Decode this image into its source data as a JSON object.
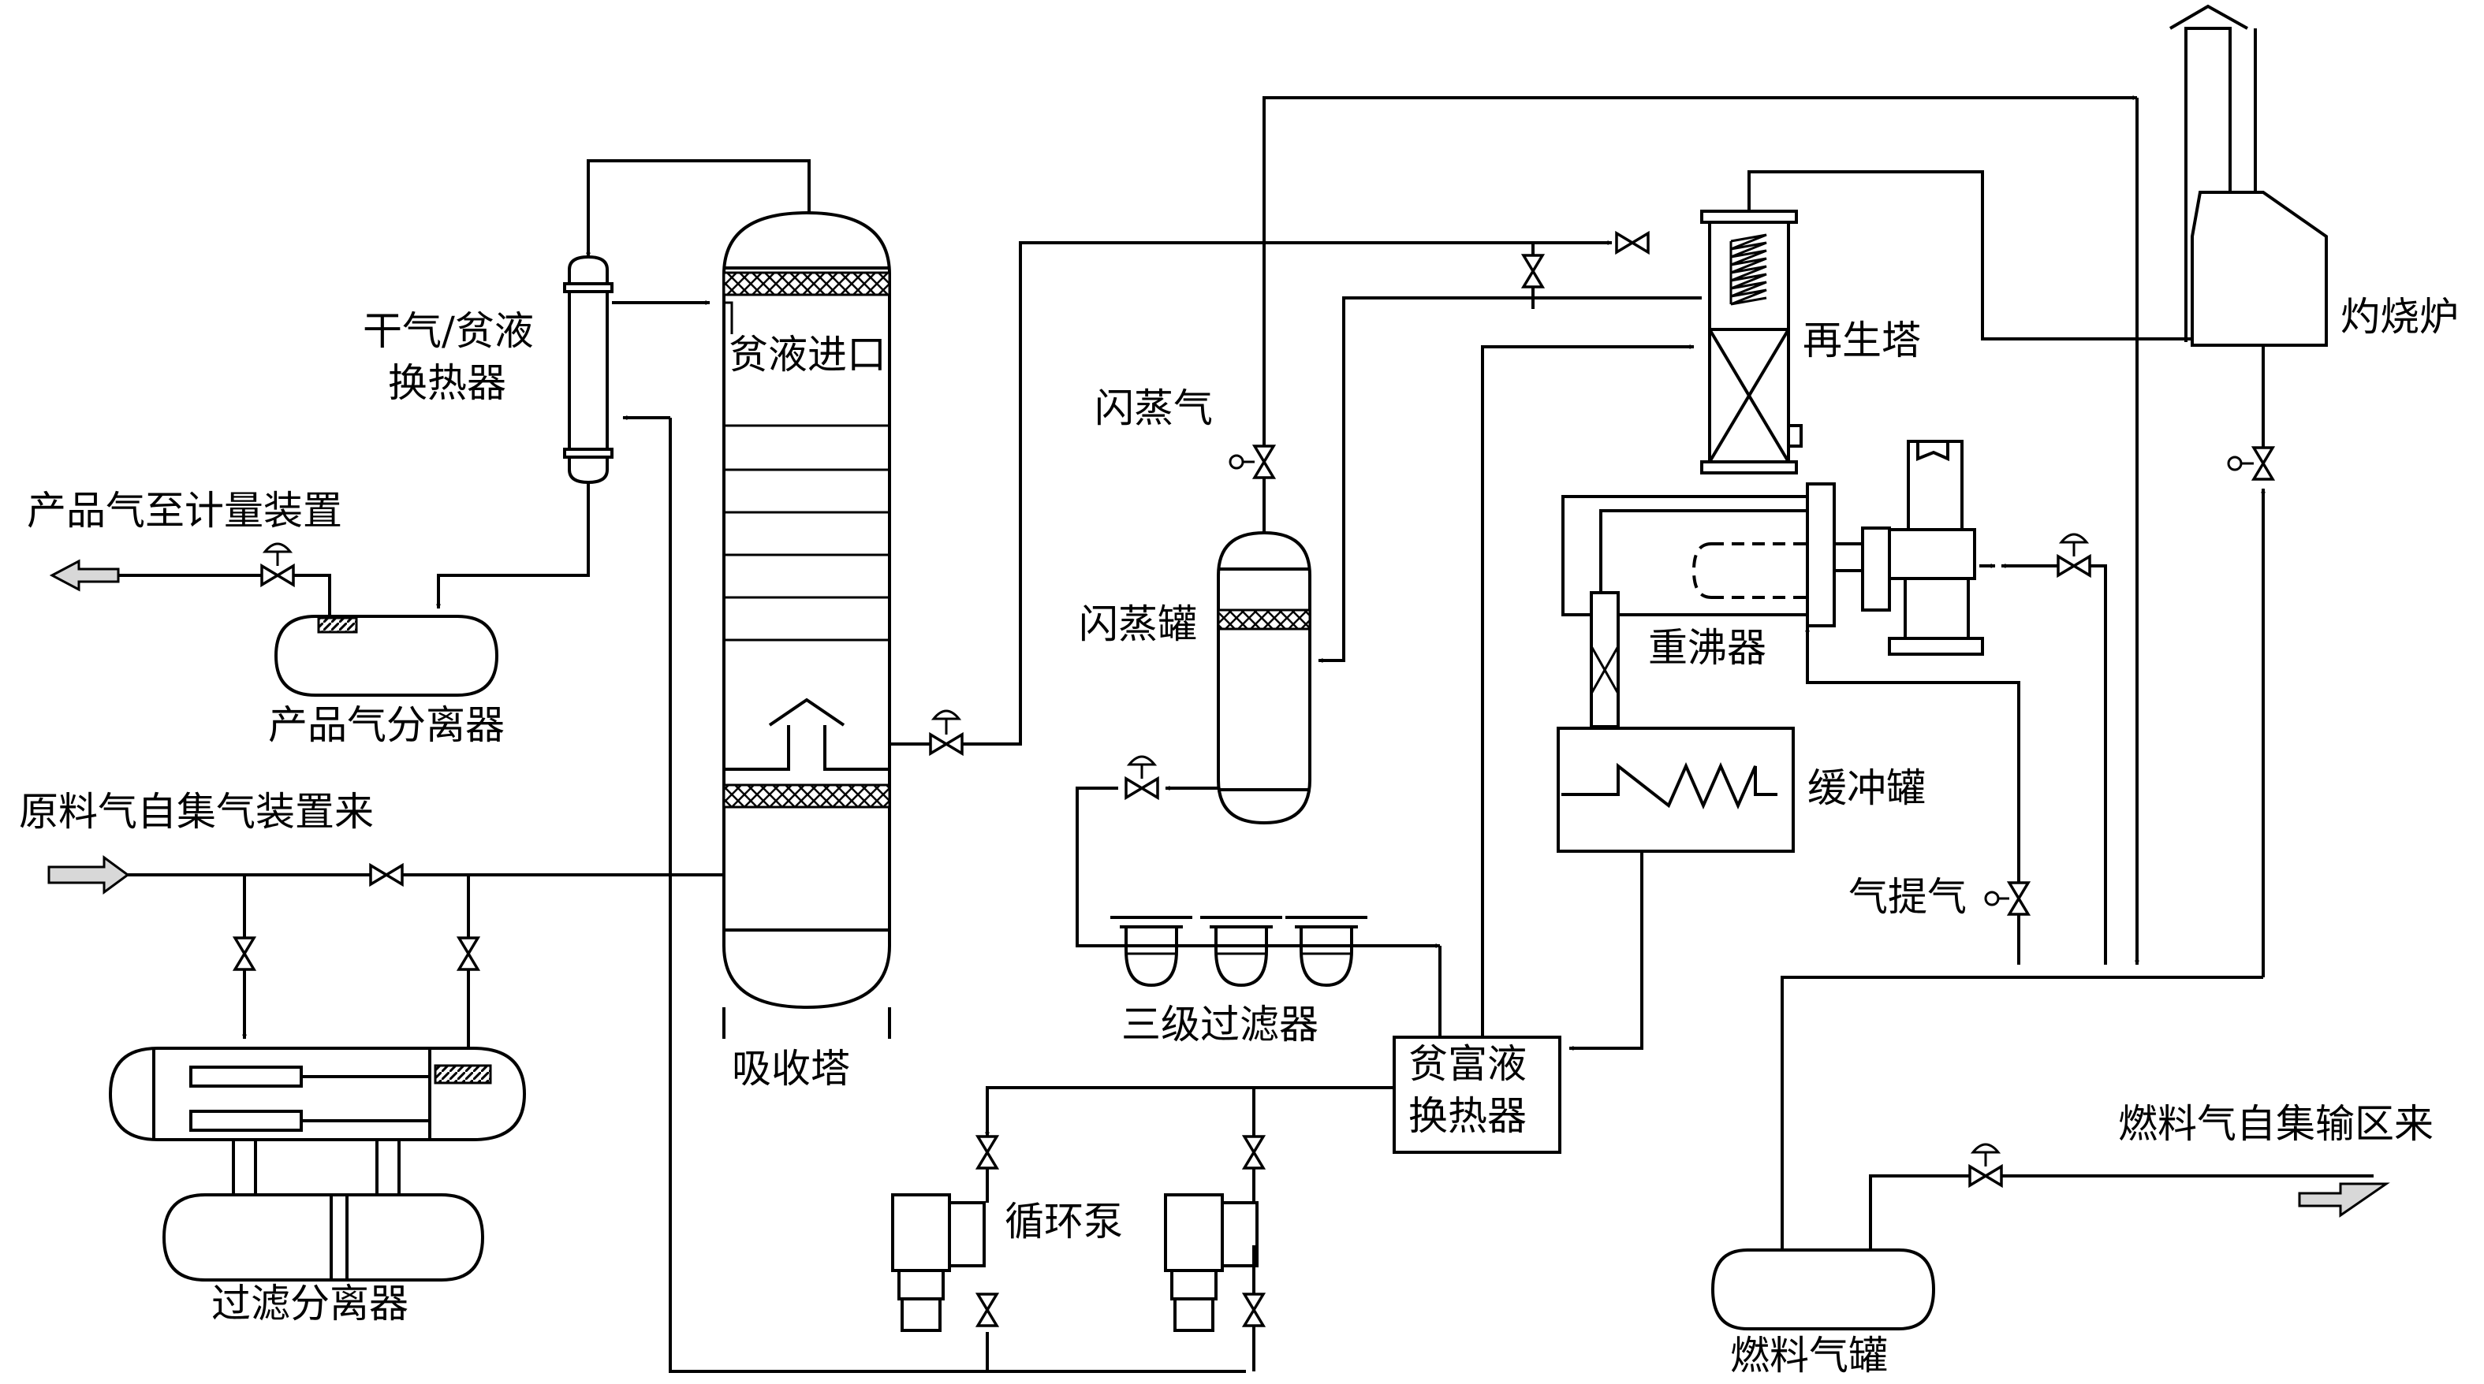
{
  "labels": {
    "dry_gas_hx_line1": "干气/贫液",
    "dry_gas_hx_line2": "换热器",
    "lean_inlet": "贫液进口",
    "product_gas_to_meter": "产品气至计量装置",
    "product_gas_separator": "产品气分离器",
    "feed_gas_from_collector": "原料气自集气装置来",
    "filter_separator": "过滤分离器",
    "absorber": "吸收塔",
    "flash_gas": "闪蒸气",
    "flash_tank": "闪蒸罐",
    "three_stage_filter": "三级过滤器",
    "lean_rich_hx_line1": "贫富液",
    "lean_rich_hx_line2": "换热器",
    "circulation_pump": "循环泵",
    "regenerator": "再生塔",
    "reboiler": "重沸器",
    "buffer_tank": "缓冲罐",
    "stripping_gas": "气提气",
    "incinerator": "灼烧炉",
    "fuel_gas_from_transfer": "燃料气自集输区来",
    "fuel_gas_tank": "燃料气罐"
  }
}
